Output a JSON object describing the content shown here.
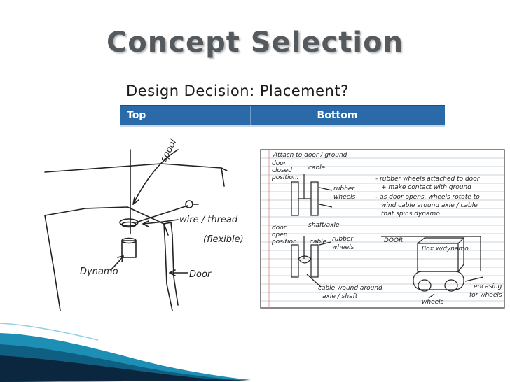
{
  "slide": {
    "title": "Concept Selection",
    "subtitle": "Design Decision: Placement?"
  },
  "table": {
    "headers": [
      "Top",
      "Bottom"
    ]
  },
  "sketch_top": {
    "labels": {
      "spool": "spool",
      "wire": "wire / thread",
      "flexible": "(flexible)",
      "dynamo": "Dynamo",
      "door": "Door"
    }
  },
  "sketch_bottom": {
    "heading": "Attach to door / ground",
    "closed": [
      "door",
      "closed",
      "position:"
    ],
    "cable_top": "cable",
    "rubber_top": [
      "rubber",
      "wheels"
    ],
    "shaft": "shaft/axle",
    "open": [
      "door",
      "open",
      "position:"
    ],
    "cable_mid": "cable",
    "rubber_mid": [
      "rubber",
      "wheels"
    ],
    "wound": [
      "cable wound around",
      "axle / shaft"
    ],
    "notes": [
      "- rubber wheels attached to door",
      "+ make contact with ground",
      "- as door opens, wheels rotate to",
      "wind cable around axle / cable",
      "that spins dynamo"
    ],
    "door_label": "DOOR",
    "box_label": "Box w/dynamo",
    "wheels_label": "wheels",
    "encasing": [
      "encasing",
      "for wheels"
    ]
  },
  "colors": {
    "title": "#555a5e",
    "header_bg": "#2b6aa8",
    "accent_teal": "#1d8fb5",
    "dark_navy": "#0b2740"
  }
}
